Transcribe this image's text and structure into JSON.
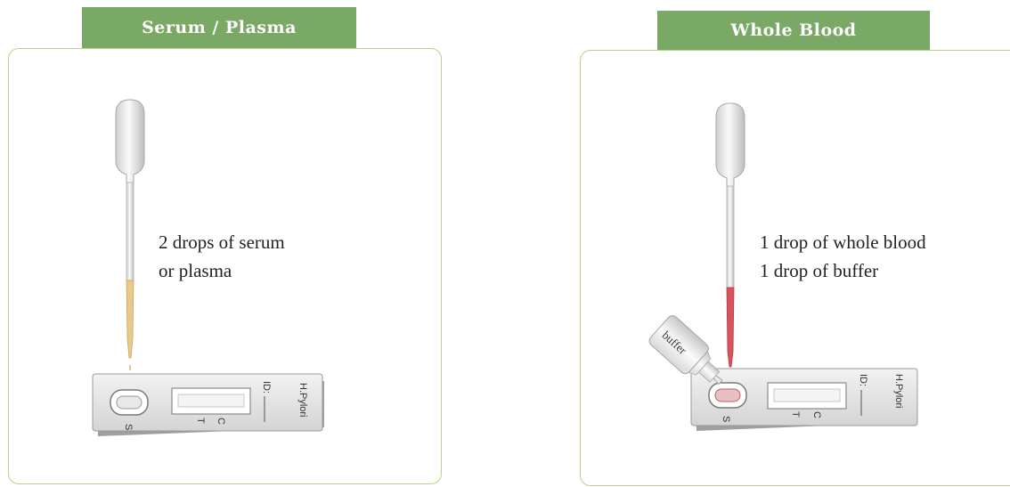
{
  "panels": [
    {
      "title": "Serum / Plasma",
      "instruction_lines": [
        "2 drops of serum",
        "or plasma"
      ],
      "cassette": {
        "well_label": "S",
        "t_label": "T",
        "c_label": "C",
        "id_label": "ID:",
        "brand": "H.Pylori"
      },
      "sample_color": "#e8c98a"
    },
    {
      "title": "Whole Blood",
      "instruction_lines": [
        "1 drop of whole blood",
        "1 drop of buffer"
      ],
      "bottle_label": "buffer",
      "cassette": {
        "well_label": "S",
        "t_label": "T",
        "c_label": "C",
        "id_label": "ID:",
        "brand": "H.Pylori"
      },
      "sample_color": "#d9535f"
    }
  ],
  "colors": {
    "title_bg": "#7aa865",
    "panel_border": "#b5d68a"
  }
}
